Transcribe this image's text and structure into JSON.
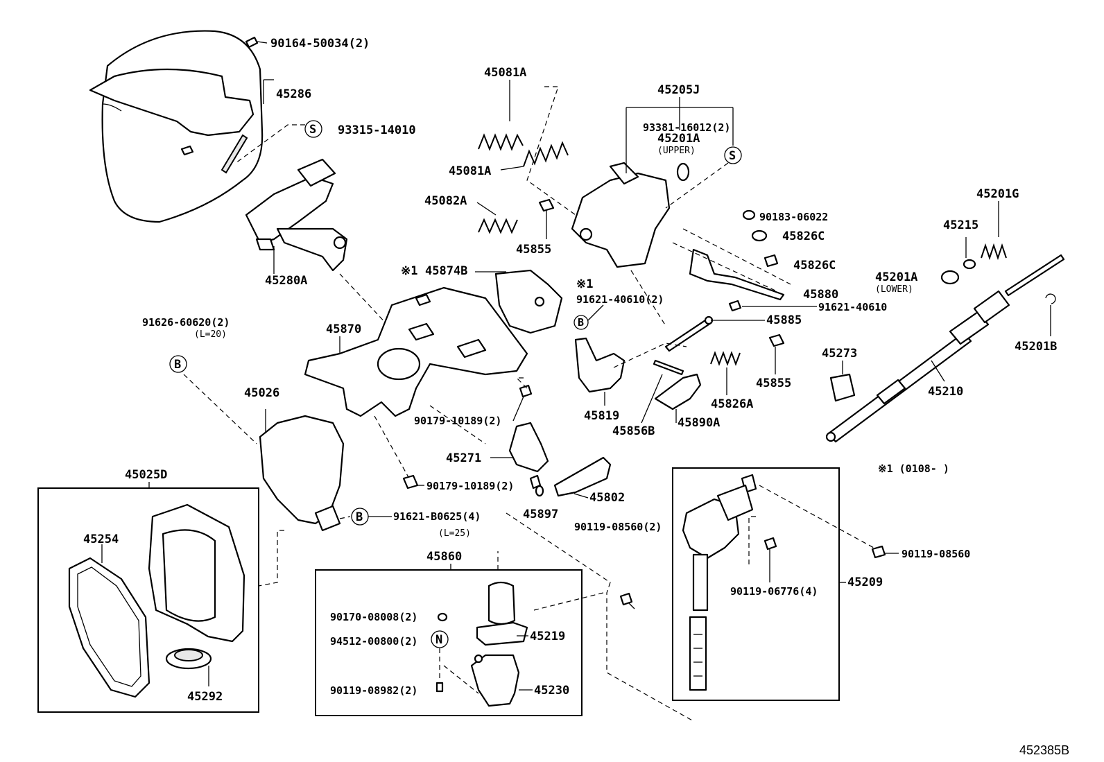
{
  "diagram_ref": "452385B",
  "note": "※1 (0108-  )",
  "symbols": {
    "S": "S",
    "B": "B",
    "N": "N",
    "star1": "※1"
  },
  "labels": {
    "p90164": "90164-50034(2)",
    "p45286": "45286",
    "p93315": "93315-14010",
    "p45280A": "45280A",
    "p45081A_top": "45081A",
    "p45081A_mid": "45081A",
    "p45082A": "45082A",
    "p45855_a": "45855",
    "p45205J": "45205J",
    "p45201A_upper": "45201A",
    "p45201A_upper_note": "(UPPER)",
    "p93381": "93381-16012(2)",
    "p90183": "90183-06022",
    "p45826C_a": "45826C",
    "p45826C_b": "45826C",
    "p45880": "45880",
    "p91621_40610": "91621-40610",
    "p45874B": "45874B",
    "p91621_40610_2": "91621-40610(2)",
    "p45885": "45885",
    "p45855_b": "45855",
    "p45201G": "45201G",
    "p45215": "45215",
    "p45201A_lower": "45201A",
    "p45201A_lower_note": "(LOWER)",
    "p45201B": "45201B",
    "p45273": "45273",
    "p45210": "45210",
    "p91626": "91626-60620(2)",
    "p91626_note": "(L=20)",
    "p45870": "45870",
    "p45026": "45026",
    "p90179_a": "90179-10189(2)",
    "p45819": "45819",
    "p45856B": "45856B",
    "p45826A": "45826A",
    "p45890A": "45890A",
    "p45271": "45271",
    "p90179_b": "90179-10189(2)",
    "p45802": "45802",
    "p45897": "45897",
    "p45025D": "45025D",
    "p91621_B0625": "91621-B0625(4)",
    "p91621_B0625_note": "(L=25)",
    "p90119_08560_2": "90119-08560(2)",
    "p90119_08560": "90119-08560",
    "p45254": "45254",
    "p45292": "45292",
    "p45860": "45860",
    "p90170": "90170-08008(2)",
    "p94512": "94512-00800(2)",
    "p45219": "45219",
    "p90119_08982": "90119-08982(2)",
    "p45230": "45230",
    "p90119_06776": "90119-06776(4)",
    "p45209": "45209"
  }
}
